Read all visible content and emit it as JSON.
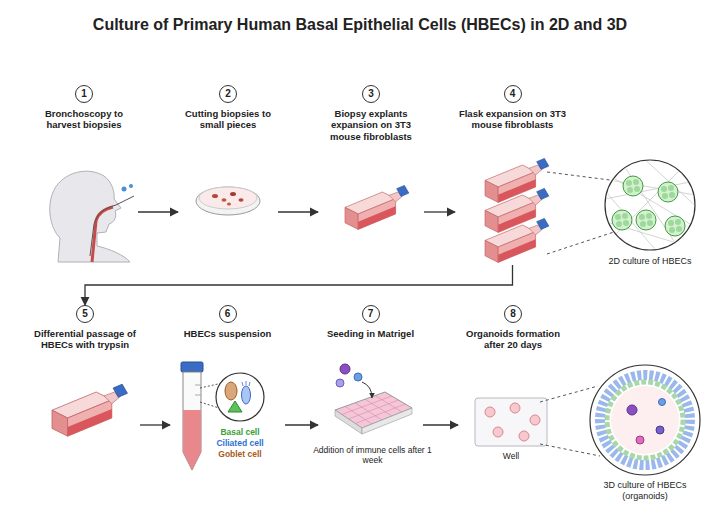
{
  "diagram": {
    "title": "Culture of Primary Human Basal Epithelial Cells (HBECs) in 2D and 3D",
    "nodes": [
      {
        "text": [
          "1",
          "Bronchoscopy to harvest biopsies"
        ]
      },
      {
        "text": [
          "2",
          "Cutting biopsies to small pieces"
        ]
      },
      {
        "text": [
          "3",
          "Biopsy explants expansion on 3T3 mouse fibroblasts"
        ]
      },
      {
        "text": [
          "4",
          "Flask expansion on 3T3 mouse fibroblasts"
        ]
      },
      {
        "text": [
          "5",
          "Differential passage of HBECs with trypsin"
        ]
      },
      {
        "text": [
          "6",
          "HBECs suspension"
        ]
      },
      {
        "text": [
          "7",
          "Seeding in Matrigel"
        ]
      },
      {
        "text": [
          "8",
          "Organoids formation after 20 days"
        ]
      }
    ],
    "edges": [
      {
        "from": 0,
        "to": 1,
        "arrow": "to"
      },
      {
        "from": 1,
        "to": 2,
        "arrow": "to"
      },
      {
        "from": 2,
        "to": 3,
        "arrow": "to"
      },
      {
        "from": 3,
        "to": 4,
        "arrow": "to"
      },
      {
        "from": 4,
        "to": 5,
        "arrow": "to"
      },
      {
        "from": 5,
        "to": 6,
        "arrow": "to"
      },
      {
        "from": 6,
        "to": 7,
        "arrow": "to"
      }
    ],
    "labels": [
      "2D culture of HBECs",
      "Basal cell",
      "Ciliated cell",
      "Goblet cell",
      "Addition of immune cells after 1 week",
      "Well",
      "3D culture of HBECs (organoids)"
    ]
  }
}
